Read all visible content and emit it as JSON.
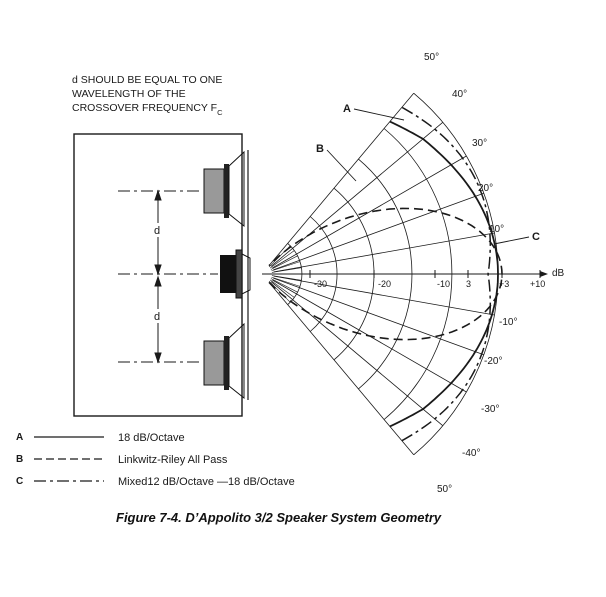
{
  "note": {
    "line1": "d  SHOULD BE EQUAL TO ONE",
    "line2": "WAVELENGTH OF THE",
    "line3": "CROSSOVER FREQUENCY F",
    "line3_sub": "C"
  },
  "spacing_label": "d",
  "db_axis": {
    "unit": "dB",
    "ticks": [
      "-30",
      "-20",
      "-10",
      "3",
      "+3",
      "+10"
    ]
  },
  "angles": {
    "upper": [
      "50°",
      "40°",
      "30°",
      "20°",
      "10°"
    ],
    "lower": [
      "-10°",
      "-20°",
      "-30°",
      "-40°",
      "50°"
    ]
  },
  "curves": [
    "A",
    "B",
    "C"
  ],
  "legend": [
    {
      "key": "A",
      "text": "18 dB/Octave"
    },
    {
      "key": "B",
      "text": "Linkwitz-Riley All Pass"
    },
    {
      "key": "C",
      "text": "Mixed12 dB/Octave —18 dB/Octave"
    }
  ],
  "caption": "Figure 7-4. D’Appolito 3/2 Speaker System Geometry",
  "colors": {
    "ink": "#1a1a1a",
    "paper": "#ffffff"
  }
}
